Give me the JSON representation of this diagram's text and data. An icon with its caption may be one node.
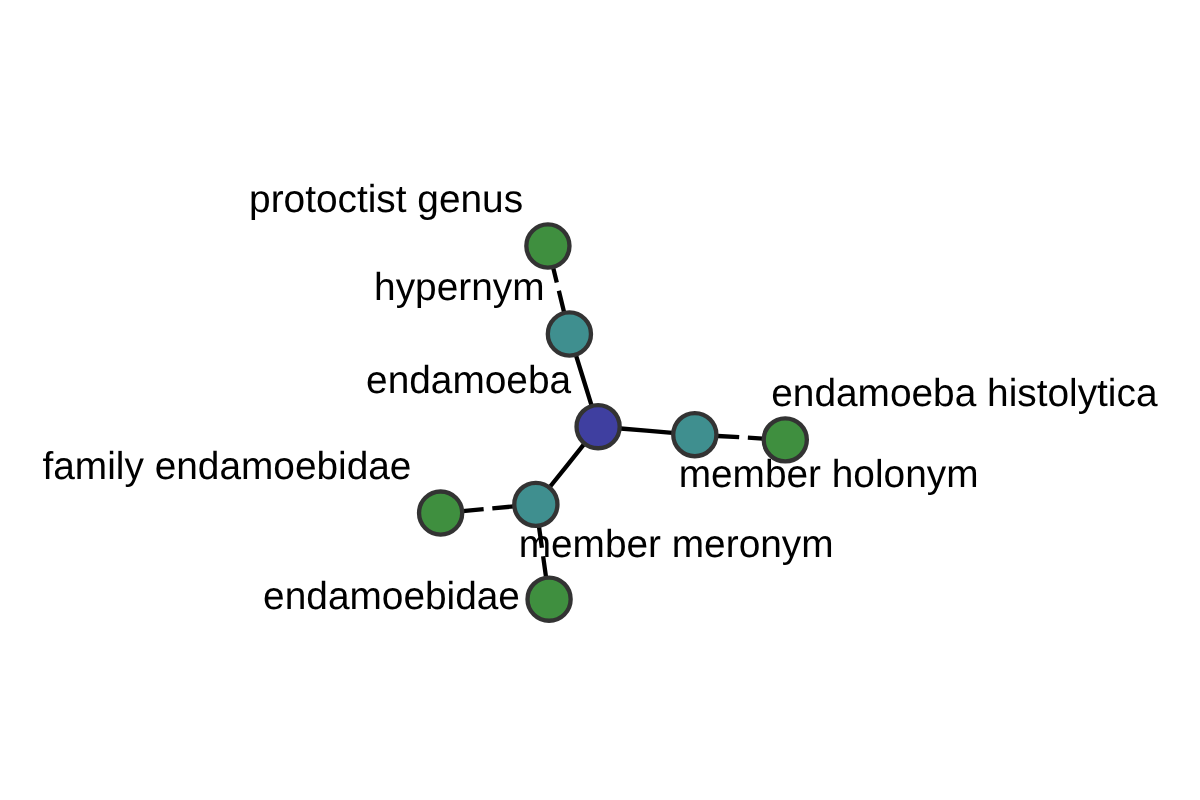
{
  "diagram": {
    "nodes": [
      {
        "text": [
          "family endamoebidae"
        ]
      },
      {
        "text": [
          "endamoebidae"
        ]
      },
      {
        "text": [
          "member meronym"
        ]
      },
      {
        "text": [
          "protoctist genus"
        ]
      },
      {
        "text": [
          "endamoeba histolytica"
        ]
      },
      {
        "text": [
          "endamoeba"
        ]
      },
      {
        "text": [
          "member holonym"
        ]
      },
      {
        "text": [
          "hypernym"
        ]
      }
    ],
    "edges": [
      {
        "from": 5,
        "to": 2,
        "arrow": "none"
      },
      {
        "from": 5,
        "to": 6,
        "arrow": "none"
      },
      {
        "from": 5,
        "to": 7,
        "arrow": "none"
      },
      {
        "from": 2,
        "to": 0,
        "arrow": "none",
        "style": "dashed"
      },
      {
        "from": 2,
        "to": 1,
        "arrow": "none",
        "style": "dashed"
      },
      {
        "from": 6,
        "to": 4,
        "arrow": "none",
        "style": "dashed"
      },
      {
        "from": 7,
        "to": 3,
        "arrow": "none",
        "style": "dashed"
      }
    ]
  }
}
